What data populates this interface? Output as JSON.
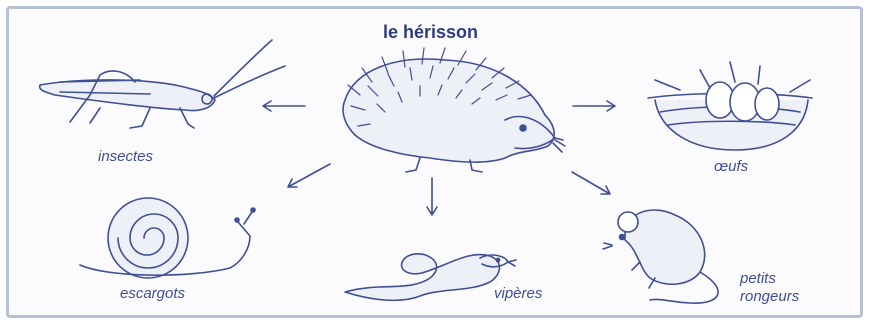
{
  "title": "le hérisson",
  "labels": {
    "insectes": "insectes",
    "oeufs": "œufs",
    "escargots": "escargots",
    "viperes": "vipères",
    "petits": "petits",
    "rongeurs": "rongeurs"
  },
  "colors": {
    "ink": "#3f4f94",
    "frame": "#b8c0d6"
  }
}
